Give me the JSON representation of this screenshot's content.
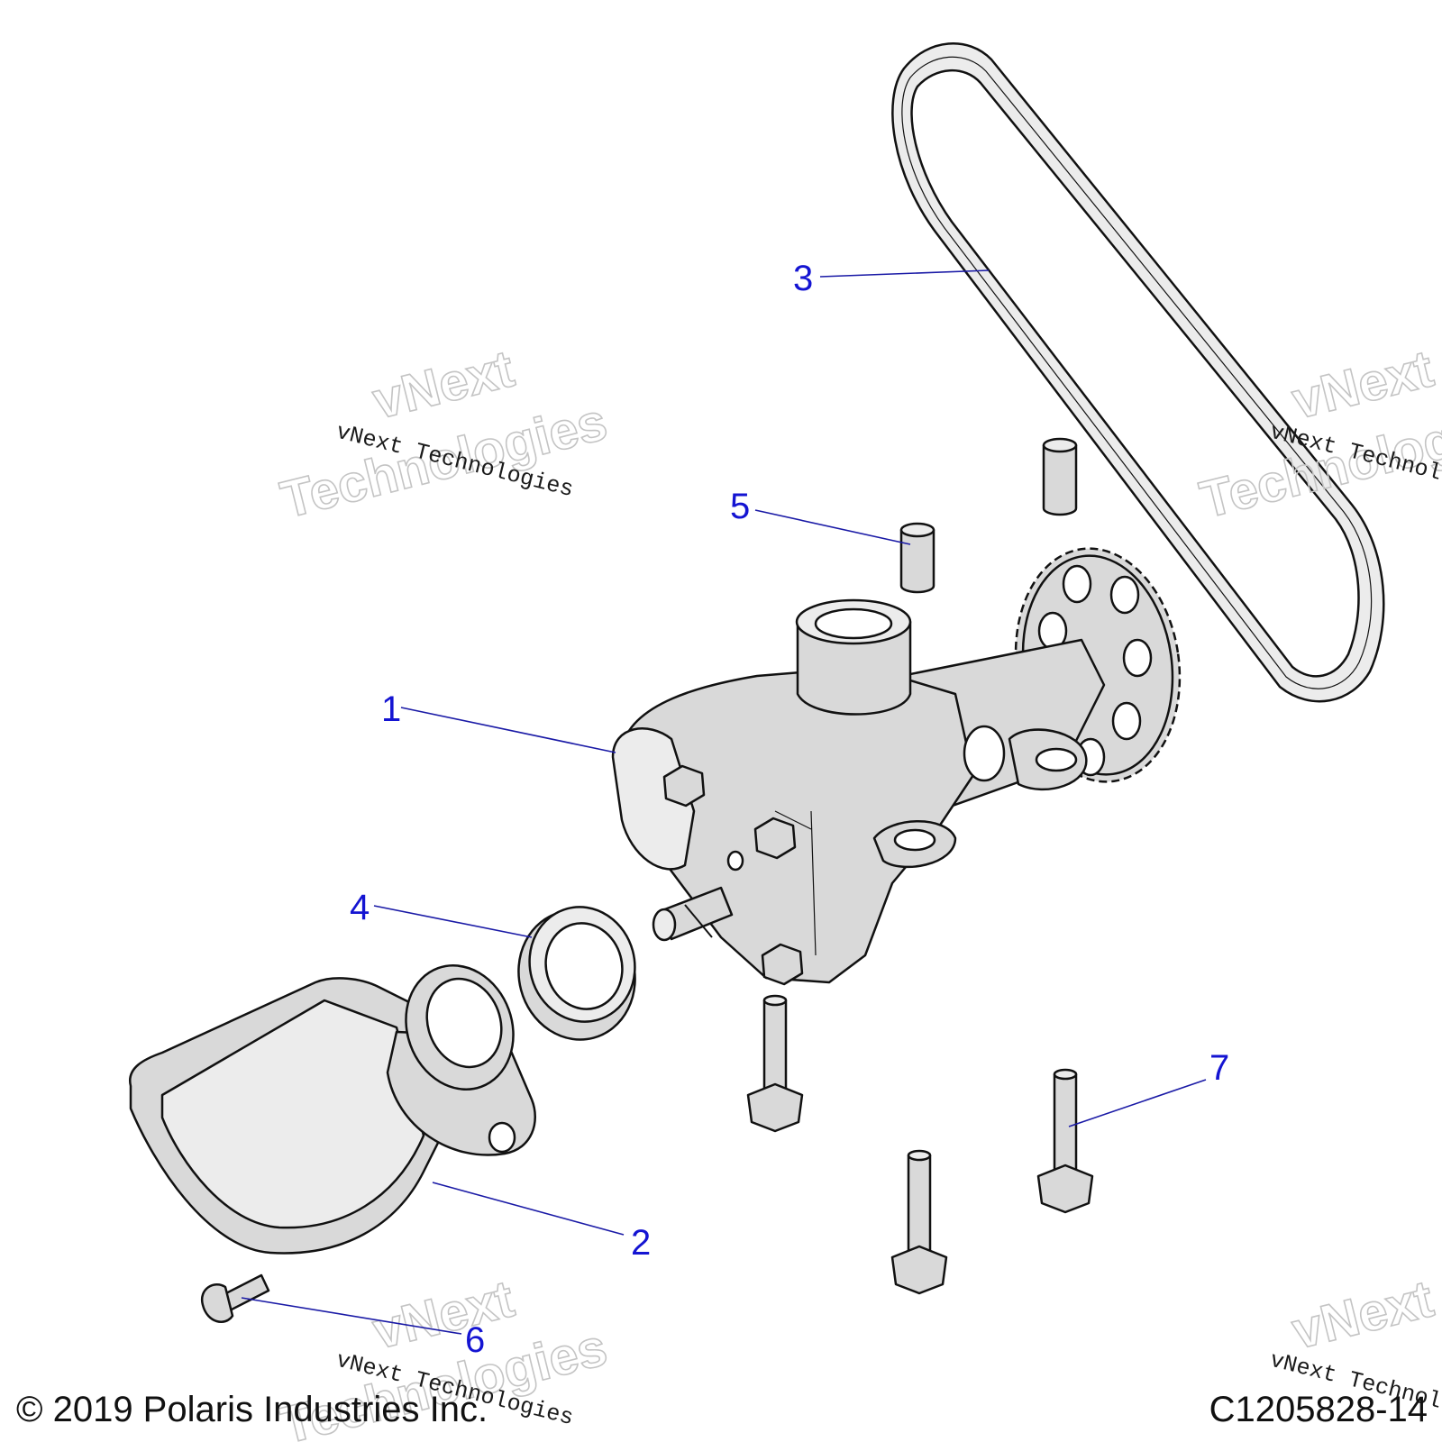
{
  "diagram": {
    "callouts": [
      {
        "id": "1",
        "label": "1"
      },
      {
        "id": "2",
        "label": "2"
      },
      {
        "id": "3",
        "label": "3"
      },
      {
        "id": "4",
        "label": "4"
      },
      {
        "id": "5",
        "label": "5"
      },
      {
        "id": "6",
        "label": "6"
      },
      {
        "id": "7",
        "label": "7"
      }
    ],
    "watermark": {
      "big_line_1": "vNext",
      "big_line_2": "Technologies",
      "small": "vNext Technologies"
    }
  },
  "footer": {
    "copyright": "© 2019 Polaris Industries Inc.",
    "figure_code": "C1205828-14"
  },
  "colors": {
    "callout": "#1414d2",
    "leader": "#1a1aa6",
    "part_fill": "#d9d9d9",
    "outline": "#111111"
  }
}
